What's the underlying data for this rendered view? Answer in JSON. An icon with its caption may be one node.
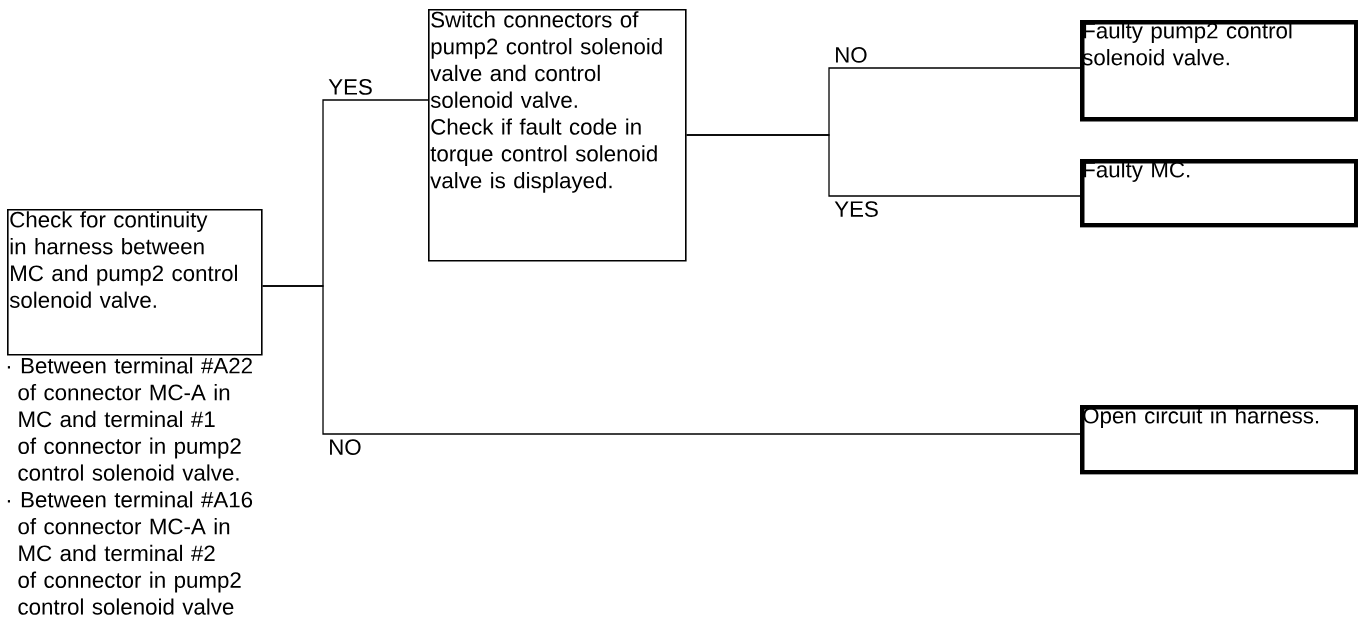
{
  "diagram": {
    "nodes": [
      {
        "text": [
          "Check for continuity in harness between MC and pump2 control solenoid valve."
        ],
        "beside": [
          "· Between terminal #A22 of connector MC-A in MC and terminal #1 of connector in pump2 control solenoid valve.",
          "· Between terminal #A16 of connector MC-A in MC and terminal #2 of connector in pump2 control solenoid valve"
        ]
      },
      {
        "text": [
          "Switch connectors of pump2 control solenoid valve and control solenoid valve.",
          "Check if fault code in torque control solenoid valve is displayed."
        ]
      },
      {
        "text": [
          "Faulty pump2 control solenoid valve."
        ]
      },
      {
        "text": [
          "Faulty MC."
        ]
      },
      {
        "text": [
          "Open circuit in harness."
        ]
      }
    ],
    "edges": [
      {
        "from": 0,
        "to": 1,
        "arrow": "none",
        "label": "YES"
      },
      {
        "from": 0,
        "to": 4,
        "arrow": "none",
        "label": "NO"
      },
      {
        "from": 1,
        "to": 2,
        "arrow": "none",
        "label": "NO"
      },
      {
        "from": 1,
        "to": 3,
        "arrow": "none",
        "label": "YES"
      }
    ]
  }
}
